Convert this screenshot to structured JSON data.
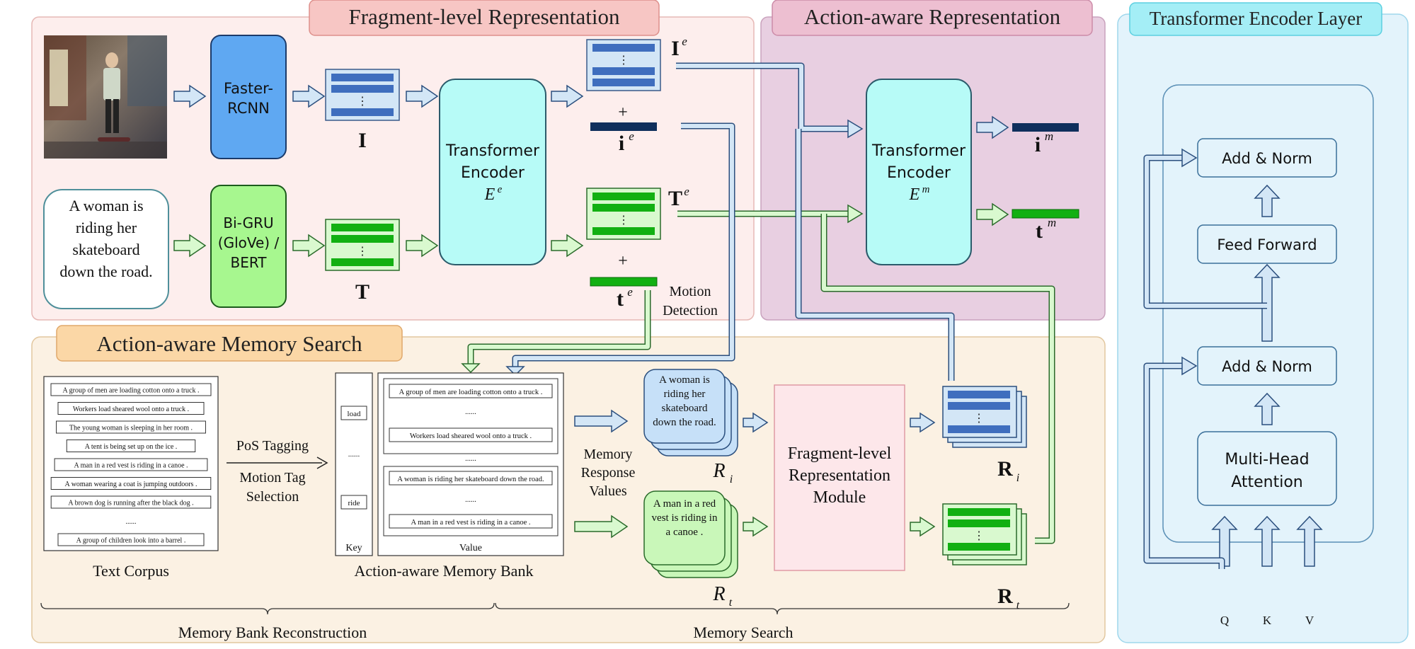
{
  "colors": {
    "fragment_panel": "#fdeeed",
    "action_panel": "#e8cfe1",
    "memory_panel": "#fbf1e3",
    "transformer_panel": "#e3f3fb",
    "blue_bar": "#3f6ebe",
    "green_bar": "#12b012",
    "navy_vec": "#0f2f5c",
    "cyan_encoder": "#b7fbf7",
    "faster_rcnn": "#5fa8f2",
    "bigru": "#a7f78f",
    "arrow_fill": "#d3e6f6",
    "green_arrow_fill": "#d9f9cf"
  },
  "panels": {
    "fragment_title": "Fragment-level Representation",
    "action_title": "Action-aware Representation",
    "memory_title": "Action-aware Memory Search",
    "transformer_title": "Transformer Encoder Layer"
  },
  "fragment": {
    "faster_rcnn": [
      "Faster-",
      "RCNN"
    ],
    "bigru": [
      "Bi-GRU",
      "(GloVe) /",
      "BERT"
    ],
    "encoder": [
      "Transformer",
      "Encoder"
    ],
    "encoder_symbol": "E",
    "encoder_sup": "e",
    "caption": [
      "A woman is",
      "riding her",
      "skateboard",
      "down the road."
    ],
    "label_I": "I",
    "label_T": "T",
    "label_Ie": "I",
    "label_Ie_sup": "e",
    "label_ie": "i",
    "label_ie_sup": "e",
    "label_Te": "T",
    "label_Te_sup": "e",
    "label_te": "t",
    "label_te_sup": "e",
    "plus": "+",
    "motion_detection": [
      "Motion",
      "Detection"
    ],
    "dots": "⋮"
  },
  "action": {
    "encoder": [
      "Transformer",
      "Encoder"
    ],
    "encoder_symbol": "E",
    "encoder_sup": "m",
    "label_im": "i",
    "label_im_sup": "m",
    "label_tm": "t",
    "label_tm_sup": "m"
  },
  "memory": {
    "corpus": [
      "A group of men are loading cotton onto a truck .",
      "Workers load sheared wool onto a truck .",
      "The young woman is sleeping in her room .",
      "A tent is being set up on the ice .",
      "A man in a red vest is riding in a canoe .",
      "A woman wearing a coat is jumping outdoors .",
      "A brown dog is running after the black dog .",
      "......",
      "A group of children look into a barrel ."
    ],
    "corpus_label": "Text Corpus",
    "pos_tagging": "PoS Tagging",
    "motion_tag": [
      "Motion Tag",
      "Selection"
    ],
    "keys": [
      "load",
      "......",
      "ride"
    ],
    "key_label": "Key",
    "value_group1": [
      "A group of men are loading cotton onto a truck .",
      "......",
      "Workers load sheared wool onto a truck ."
    ],
    "value_sep": "......",
    "value_group2": [
      "A woman is riding her skateboard down the road.",
      "......",
      "A man in a red vest is riding in a canoe ."
    ],
    "value_label": "Value",
    "bank_label": "Action-aware Memory Bank",
    "response_values": [
      "Memory",
      "Response",
      "Values"
    ],
    "ri_text": [
      "A woman is",
      "riding her",
      "skateboard",
      "down the road."
    ],
    "rt_text": [
      "A man in a red",
      "vest is riding in",
      "a canoe ."
    ],
    "Ri_symbol": "R",
    "Ri_sub": "i",
    "Rt_symbol": "R",
    "Rt_sub": "t",
    "module": [
      "Fragment-level",
      "Representation",
      "Module"
    ],
    "Ri_bold": "R",
    "Rt_bold": "R",
    "brace_left": "Memory Bank Reconstruction",
    "brace_right": "Memory Search"
  },
  "layer": {
    "add_norm_top": "Add & Norm",
    "feed_forward": "Feed Forward",
    "add_norm_bottom": "Add & Norm",
    "mha": [
      "Multi-Head",
      "Attention"
    ],
    "q": "Q",
    "k": "K",
    "v": "V"
  }
}
